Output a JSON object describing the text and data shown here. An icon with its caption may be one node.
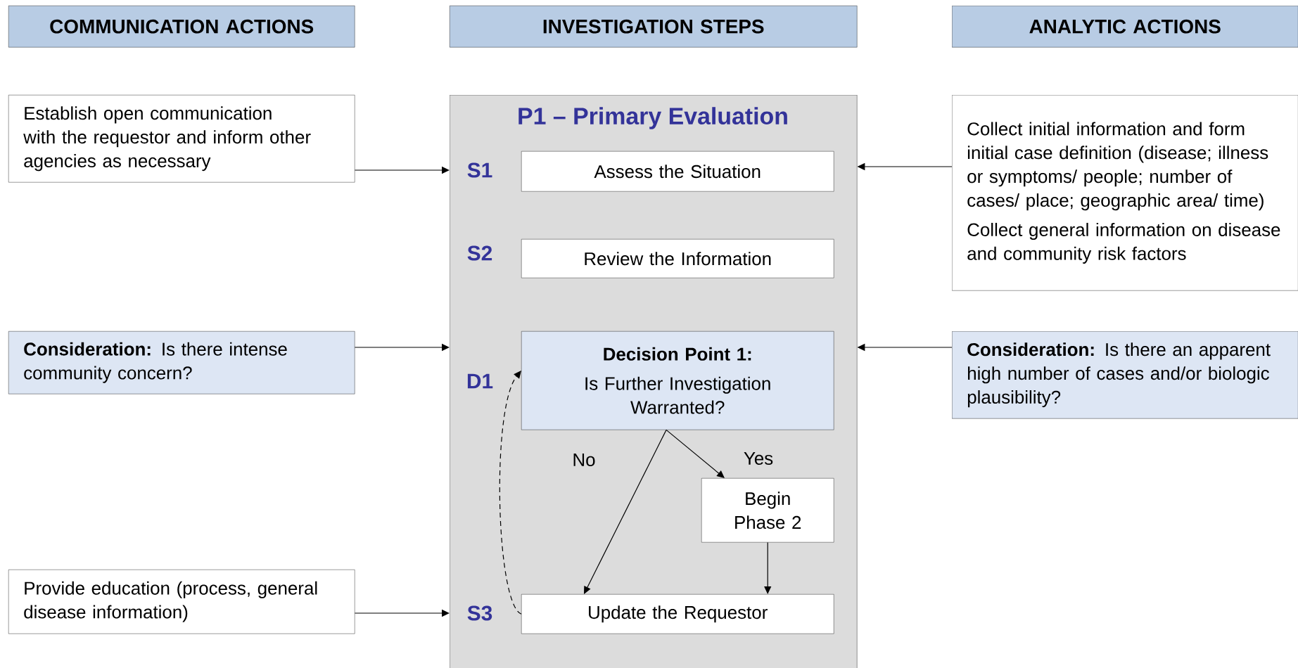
{
  "diagram": {
    "nodes": [
      {
        "text": [
          "COMMUNICATION ACTIONS"
        ]
      },
      {
        "text": [
          "INVESTIGATION STEPS"
        ]
      },
      {
        "text": [
          "ANALYTIC ACTIONS"
        ]
      },
      {
        "text": [
          "Establish open communication with the requestor and inform other agencies as necessary"
        ]
      },
      {
        "text": [
          "**Consideration:**  Is there intense community concern?"
        ]
      },
      {
        "text": [
          "Provide education (process, general disease information)"
        ]
      },
      {
        "text": [
          "P1 – Primary Evaluation"
        ]
      },
      {
        "text": [
          "Assess the Situation"
        ],
        "in": 6,
        "beside": [
          "S1"
        ]
      },
      {
        "text": [
          "Review the Information"
        ],
        "in": 6,
        "beside": [
          "S2"
        ]
      },
      {
        "text": [
          "Decision Point 1:",
          "Is Further Investigation Warranted?"
        ],
        "in": 6,
        "beside": [
          "D1"
        ]
      },
      {
        "text": [
          "Begin Phase 2"
        ],
        "in": 6
      },
      {
        "text": [
          "Update the Requestor"
        ],
        "in": 6,
        "beside": [
          "S3"
        ]
      },
      {
        "text": [
          "Collect initial information and form initial case definition (disease; illness or symptoms/ people; number of cases/ place; geographic area/ time)",
          "Collect general information on disease and community risk factors"
        ]
      },
      {
        "text": [
          "**Consideration:**  Is there an apparent high number of cases and/or biologic plausibility?"
        ]
      }
    ],
    "edges": [
      {
        "from": 3,
        "to": 6,
        "arrow": "to"
      },
      {
        "from": 4,
        "to": 6,
        "arrow": "to"
      },
      {
        "from": 5,
        "to": 6,
        "arrow": "to"
      },
      {
        "from": 12,
        "to": 6,
        "arrow": "to"
      },
      {
        "from": 13,
        "to": 6,
        "arrow": "to"
      },
      {
        "from": 9,
        "to": 10,
        "arrow": "to",
        "label": "Yes"
      },
      {
        "from": 9,
        "to": 11,
        "arrow": "to",
        "label": "No"
      },
      {
        "from": 10,
        "to": 11,
        "arrow": "to"
      },
      {
        "from": 11,
        "to": 9,
        "arrow": "to",
        "style": "dashed"
      }
    ]
  }
}
